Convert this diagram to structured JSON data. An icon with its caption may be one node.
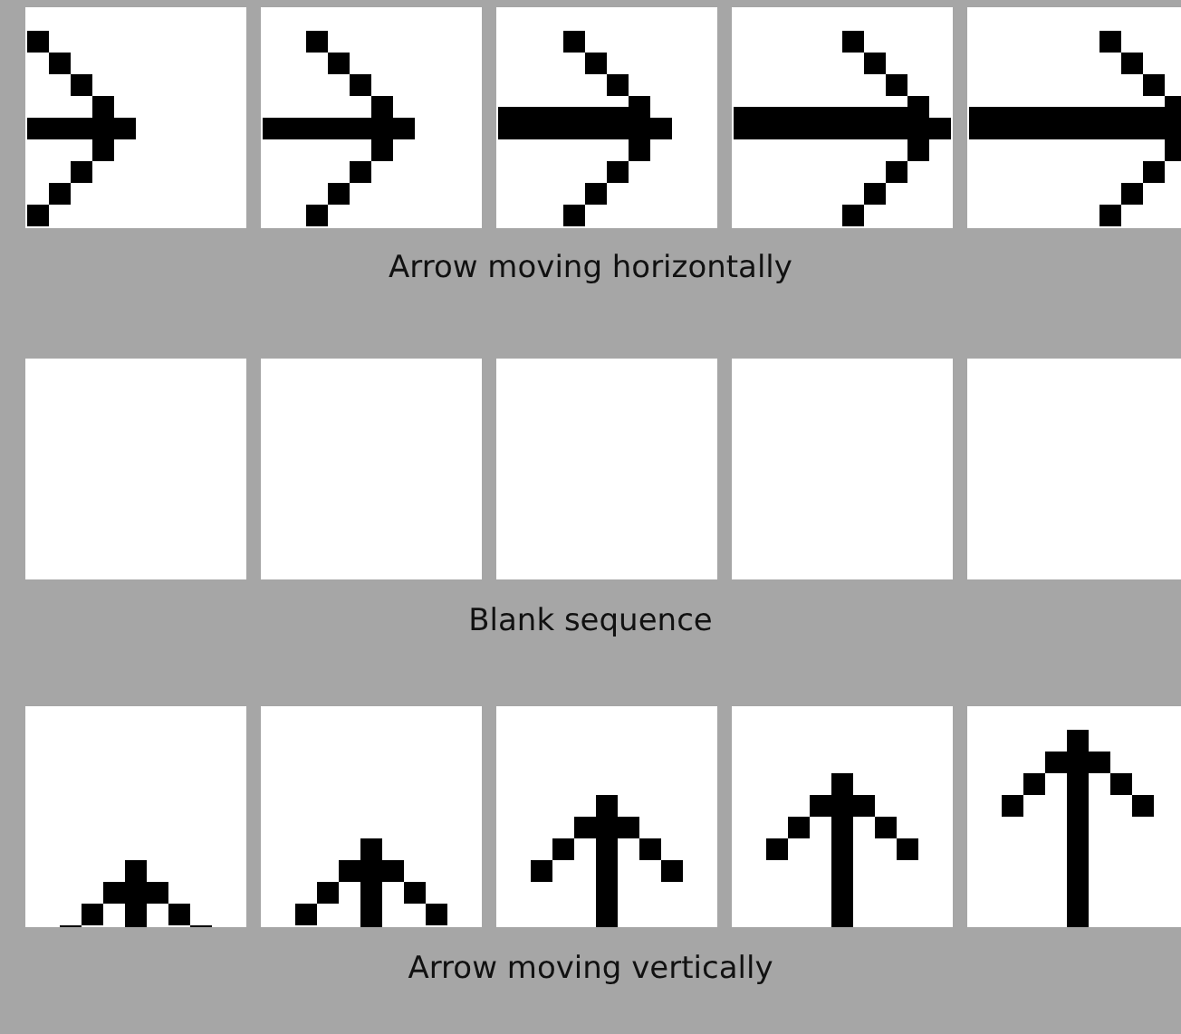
{
  "diagram": {
    "labels": [
      "Arrow moving horizontally",
      "Blank sequence",
      "Arrow moving vertically"
    ]
  }
}
